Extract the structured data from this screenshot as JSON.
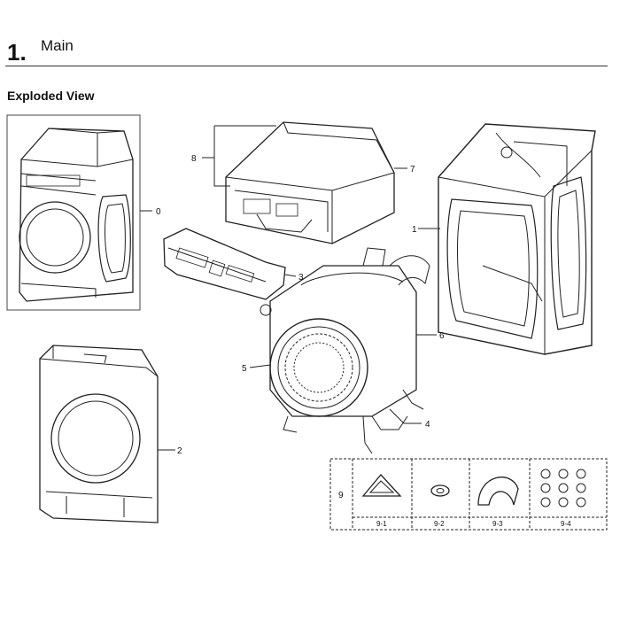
{
  "header": {
    "section_number": "1.",
    "section_title": "Main",
    "view_title": "Exploded View"
  },
  "callouts": {
    "c0": "0",
    "c1": "1",
    "c2": "2",
    "c3": "3",
    "c4": "4",
    "c5": "5",
    "c6": "6",
    "c7": "7",
    "c8": "8"
  },
  "kit": {
    "label": "9",
    "items": [
      "9-1",
      "9-2",
      "9-3",
      "9-4"
    ]
  }
}
